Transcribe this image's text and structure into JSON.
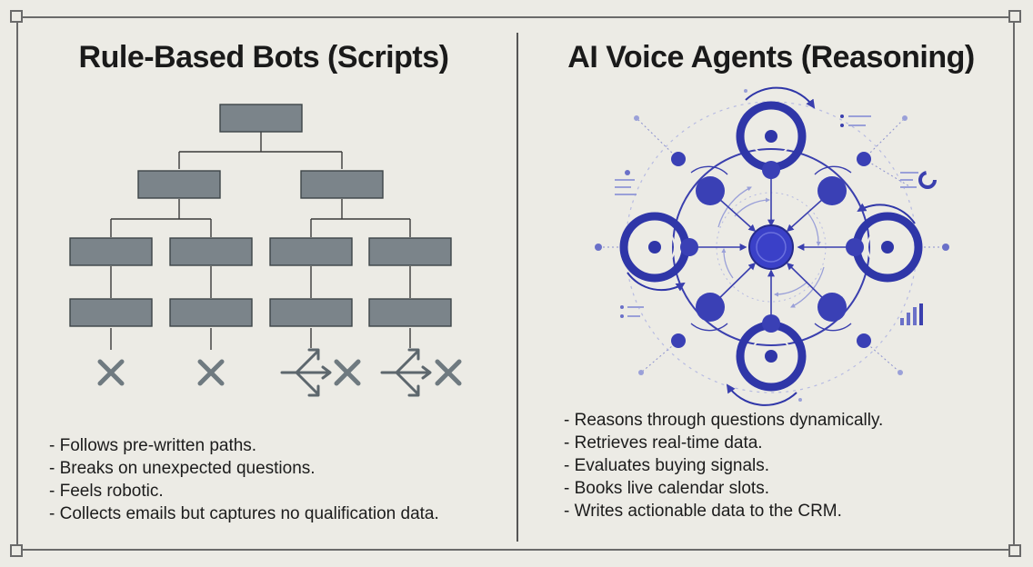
{
  "left_panel": {
    "title": "Rule-Based Bots (Scripts)",
    "bullets": [
      "- Follows pre-written paths.",
      "- Breaks on unexpected questions.",
      "- Feels robotic.",
      "- Collects emails but captures no qualification data."
    ]
  },
  "right_panel": {
    "title": "AI Voice Agents (Reasoning)",
    "bullets": [
      "- Reasons through questions dynamically.",
      "- Retrieves real-time data.",
      "- Evaluates buying signals.",
      "- Books live calendar slots.",
      "- Writes actionable data to the CRM."
    ]
  },
  "colors": {
    "background": "#ecebe5",
    "tree_box": "#7b848a",
    "tree_line": "#3a3a3a",
    "fail_mark": "#6f7a80",
    "network_accent": "#3a3fae",
    "network_light": "#9aa0d8"
  },
  "icons": {
    "tree_endpoints": [
      "x-icon",
      "x-icon",
      "branch-arrows-icon",
      "x-icon",
      "branch-arrows-icon",
      "x-icon"
    ]
  }
}
